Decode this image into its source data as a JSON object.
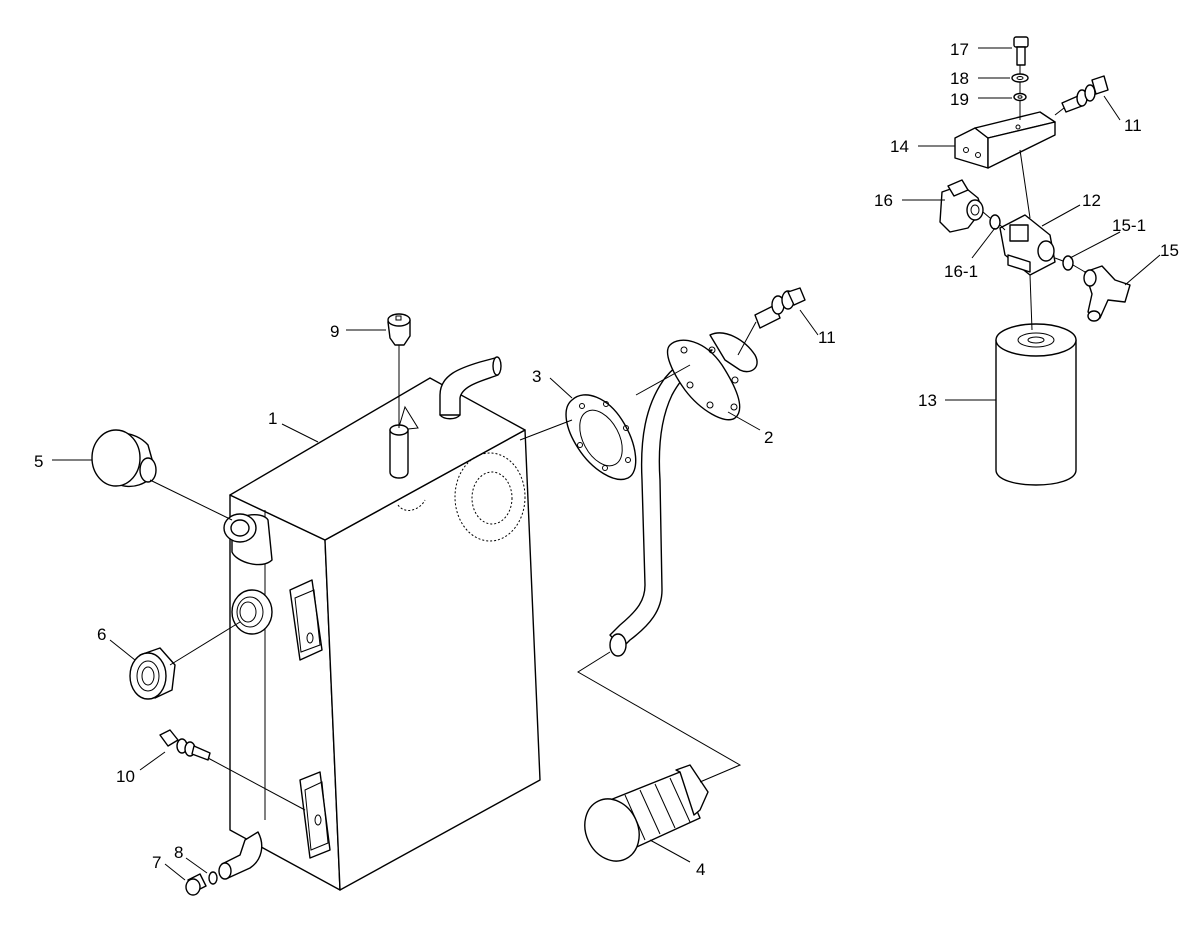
{
  "labels": {
    "l1": "1",
    "l2": "2",
    "l3": "3",
    "l4": "4",
    "l5": "5",
    "l6": "6",
    "l7": "7",
    "l8": "8",
    "l9": "9",
    "l10": "10",
    "l11a": "11",
    "l11b": "11",
    "l12": "12",
    "l13": "13",
    "l14": "14",
    "l15": "15",
    "l15_1": "15-1",
    "l16": "16",
    "l16_1": "16-1",
    "l17": "17",
    "l18": "18",
    "l19": "19"
  }
}
